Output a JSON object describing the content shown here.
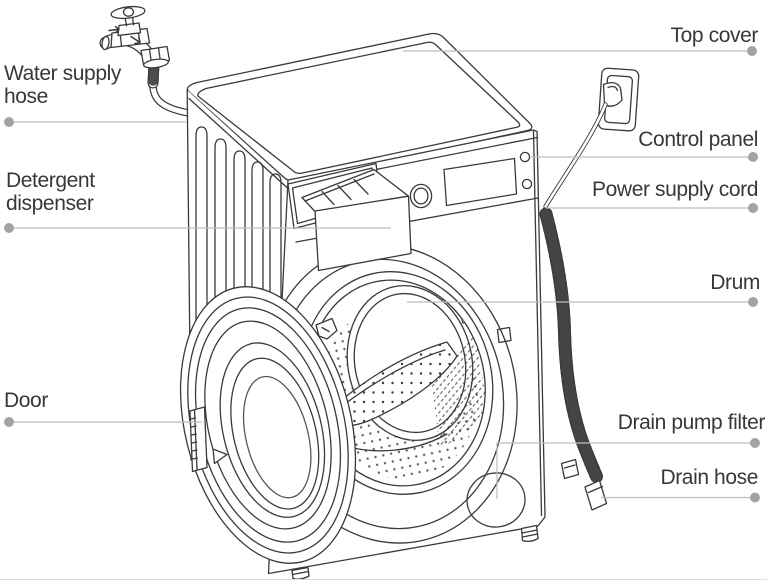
{
  "diagram": {
    "subject": "Washing machine parts diagram",
    "colors": {
      "line": "#3a3a3a",
      "leader_line": "#bdbdbd",
      "callout_dot": "#a3a3a3",
      "label_text": "#383838",
      "background": "#ffffff"
    },
    "labels": [
      {
        "id": "water-supply-hose",
        "text": "Water supply hose"
      },
      {
        "id": "detergent-dispenser",
        "text": "Detergent dispenser"
      },
      {
        "id": "door",
        "text": "Door"
      },
      {
        "id": "top-cover",
        "text": "Top cover"
      },
      {
        "id": "control-panel",
        "text": "Control panel"
      },
      {
        "id": "power-supply-cord",
        "text": "Power supply cord"
      },
      {
        "id": "drum",
        "text": "Drum"
      },
      {
        "id": "drain-pump-filter",
        "text": "Drain pump filter"
      },
      {
        "id": "drain-hose",
        "text": "Drain hose"
      }
    ]
  }
}
